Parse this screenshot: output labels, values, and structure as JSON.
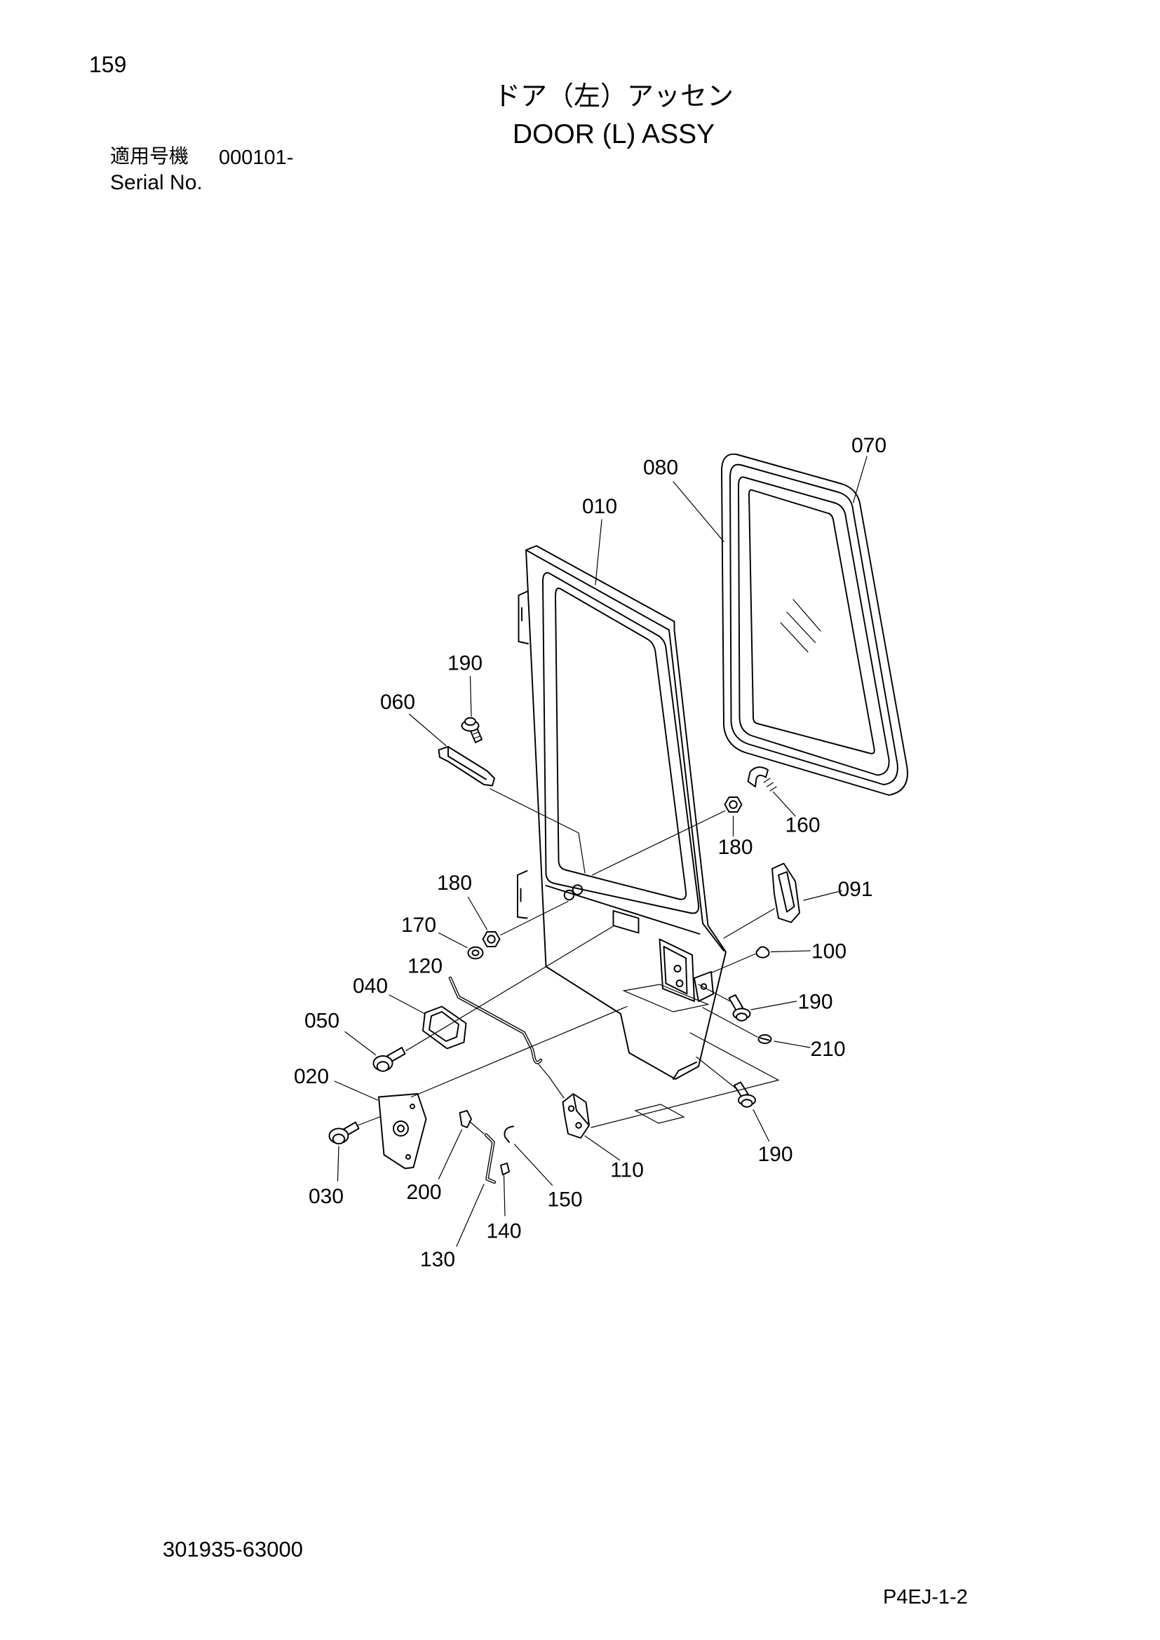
{
  "page_number": "159",
  "title_jp": "ドア（左）アッセン",
  "title_en": "DOOR (L) ASSY",
  "serial": {
    "label_jp": "適用号機",
    "value": "000101-",
    "label_en": "Serial No."
  },
  "catalog_number": "301935-63000",
  "page_code": "P4EJ-1-2",
  "callouts": [
    "070",
    "080",
    "010",
    "190",
    "060",
    "160",
    "180",
    "091",
    "180",
    "170",
    "100",
    "120",
    "040",
    "190",
    "050",
    "210",
    "020",
    "190",
    "110",
    "030",
    "200",
    "150",
    "140",
    "130"
  ]
}
